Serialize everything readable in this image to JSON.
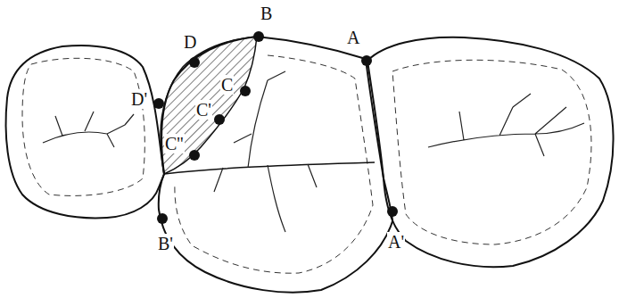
{
  "diagram": {
    "labels": [
      "D",
      "B",
      "A",
      "D'",
      "C",
      "C'",
      "C''",
      "B'",
      "A'"
    ]
  }
}
